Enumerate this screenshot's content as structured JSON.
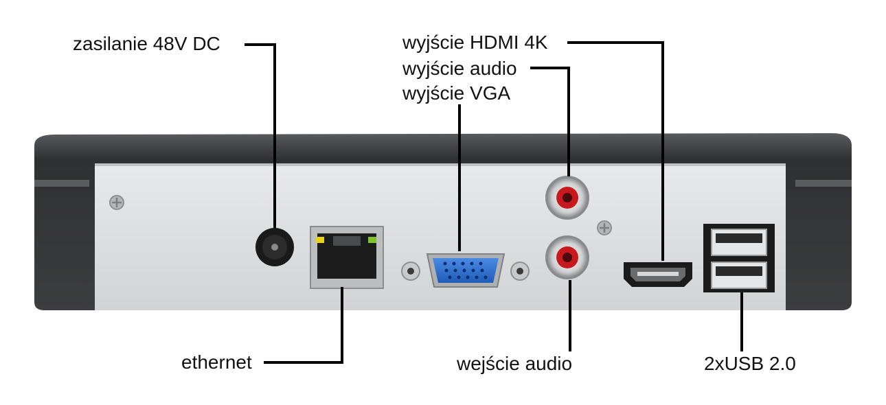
{
  "labels": {
    "power": "zasilanie 48V DC",
    "hdmi": "wyjście HDMI 4K",
    "audio_out": "wyjście audio",
    "vga": "wyjście VGA",
    "ethernet": "ethernet",
    "audio_in": "wejście audio",
    "usb": "2xUSB 2.0"
  },
  "colors": {
    "housing": "#3a3b3d",
    "panel": "#dadbdc",
    "vga_port": "#2d6fd0",
    "rca_red": "#c8191e",
    "led_yellow": "#e8d21a",
    "led_green": "#7ec52b",
    "leader_line": "#000000"
  }
}
